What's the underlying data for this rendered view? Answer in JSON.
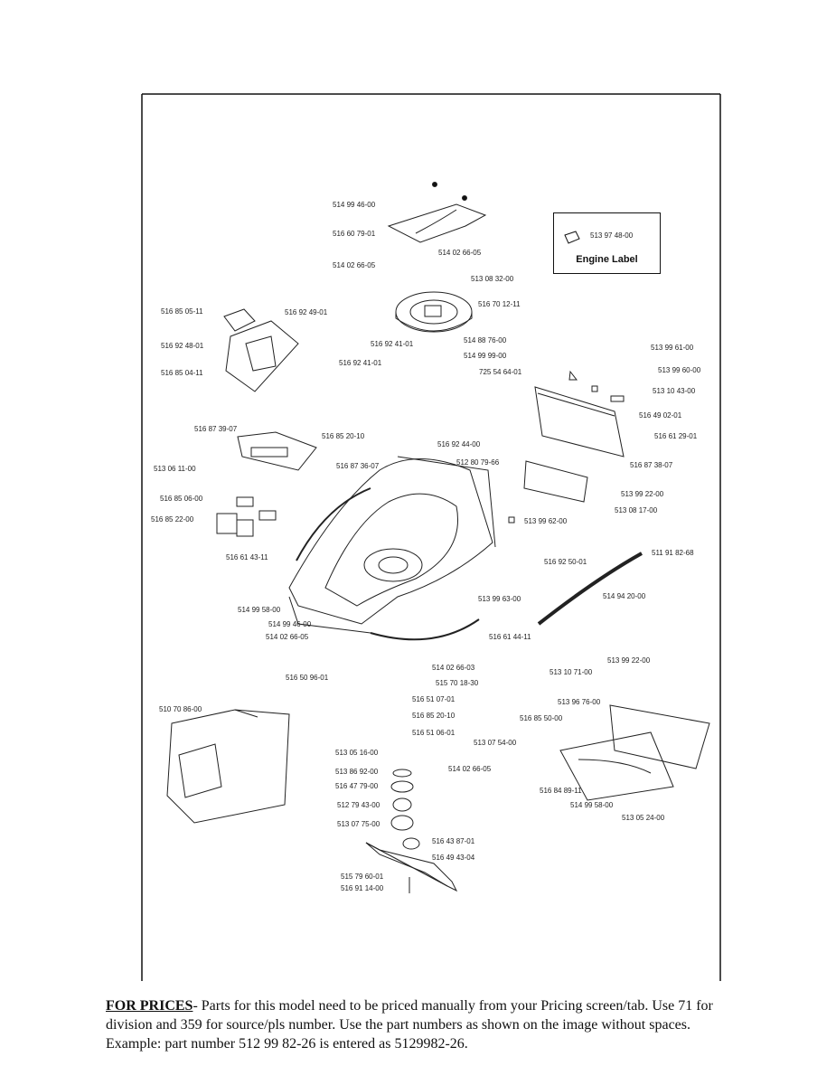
{
  "engine_label": {
    "part": "513 97 48-00",
    "title": "Engine Label"
  },
  "parts": [
    "514 99 46-00",
    "516 60 79-01",
    "514 02 66-05",
    "514 02 66-05",
    "513 08 32-00",
    "516 70 12-11",
    "516 92 41-01",
    "514 88 76-00",
    "514 99 99-00",
    "516 92 41-01",
    "725 54 64-01",
    "516 85 05-11",
    "516 92 49-01",
    "516 92 48-01",
    "516 85 04-11",
    "513 99 61-00",
    "513 99 60-00",
    "513 10 43-00",
    "516 49 02-01",
    "516 61 29-01",
    "516 87 39-07",
    "516 85 20-10",
    "516 92 44-00",
    "513 06 11-00",
    "516 87 36-07",
    "512 80 79-66",
    "516 87 38-07",
    "513 99 22-00",
    "513 08 17-00",
    "516 85 06-00",
    "516 85 22-00",
    "513 99 62-00",
    "516 61 43-11",
    "516 92 50-01",
    "511 91 82-68",
    "513 99 63-00",
    "514 94 20-00",
    "514 99 58-00",
    "514 99 46-00",
    "514 02 66-05",
    "516 61 44-11",
    "514 02 66-03",
    "516 50 96-01",
    "515 70 18-30",
    "513 99 22-00",
    "513 10 71-00",
    "510 70 86-00",
    "516 51 07-01",
    "516 85 20-10",
    "513 96 76-00",
    "516 85 50-00",
    "516 51 06-01",
    "513 07 54-00",
    "513 05 16-00",
    "514 02 66-05",
    "513 86 92-00",
    "516 47 79-00",
    "516 84 89-11",
    "512 79 43-00",
    "514 99 58-00",
    "513 07 75-00",
    "513 05 24-00",
    "516 43 87-01",
    "516 49 43-04",
    "515 79 60-01",
    "516 91 14-00"
  ],
  "footer": {
    "lead": "FOR PRICES",
    "text": "- Parts for this model need to be priced manually from your Pricing screen/tab. Use 71 for division and 359 for source/pls number.  Use the part numbers as shown on the image without spaces.  Example: part number 512 99 82-26 is entered as 5129982-26."
  }
}
